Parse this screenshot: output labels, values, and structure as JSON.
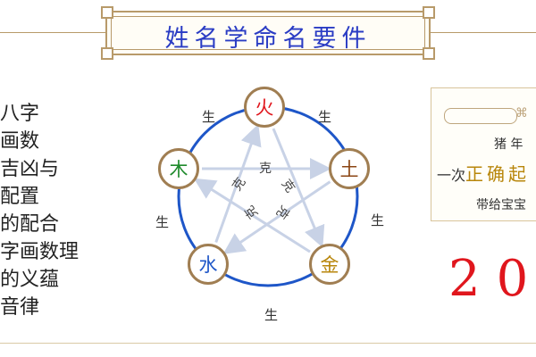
{
  "banner": {
    "title": "姓名学命名要件"
  },
  "left_list": [
    "八字",
    "画数",
    "吉凶与",
    "配置",
    "的配合",
    "字画数理",
    "的义蕴",
    "音律"
  ],
  "wuxing": {
    "nodes": [
      {
        "name": "火",
        "color": "#e0161d"
      },
      {
        "name": "土",
        "color": "#8b4513"
      },
      {
        "name": "金",
        "color": "#b8860b"
      },
      {
        "name": "水",
        "color": "#1e56c8"
      },
      {
        "name": "木",
        "color": "#1f8a2c"
      }
    ],
    "sheng_label": "生",
    "ke_label": "克",
    "circle_color": "#1e56c8",
    "star_color": "#c8d2e6"
  },
  "card": {
    "line1": "猪 年",
    "line2_prefix": "一次",
    "line2_highlight": "正确起",
    "line3": "带给宝宝",
    "year": "20"
  }
}
